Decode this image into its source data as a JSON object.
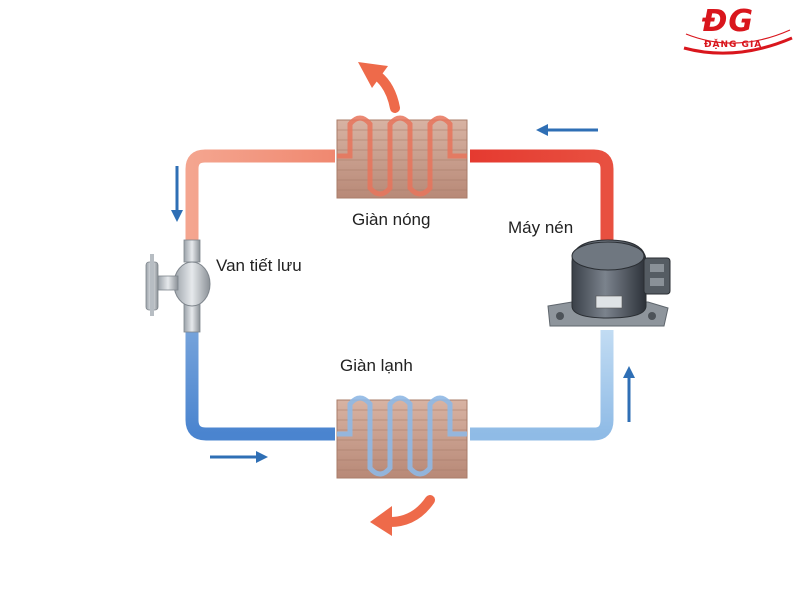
{
  "logo": {
    "mark": "ĐG",
    "text": "ĐẶNG GIA",
    "color": "#d9161d"
  },
  "labels": {
    "condenser": "Giàn nóng",
    "compressor": "Máy nén",
    "expansion_valve": "Van tiết lưu",
    "evaporator": "Giàn lạnh"
  },
  "colors": {
    "hot_pipe": "#e8463c",
    "warm_pipe": "#f2a089",
    "cold_pipe": "#5a8fd4",
    "light_cold_pipe": "#9cc4ea",
    "flow_arrow": "#2f6fb5",
    "heat_arrow": "#ee6a4a",
    "coil": "#c99a87"
  },
  "icons": [
    "flow-arrow-icon",
    "heat-arrow-icon",
    "compressor-icon",
    "valve-icon"
  ]
}
